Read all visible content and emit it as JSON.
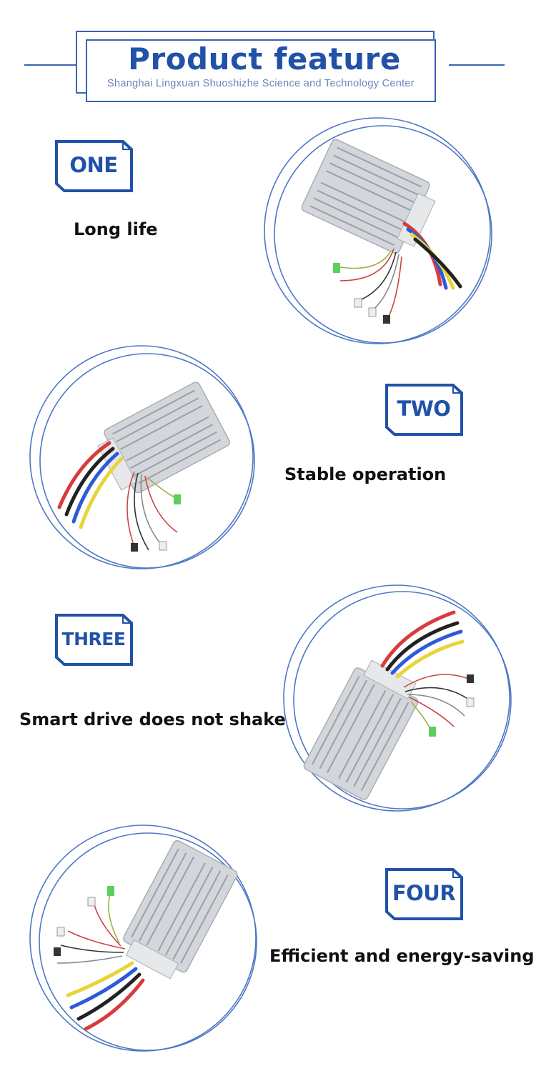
{
  "header": {
    "title": "Product feature",
    "subtitle": "Shanghai Lingxuan Shuoshizhe Science and Technology Center"
  },
  "features": [
    {
      "number": "ONE",
      "label": "Long life"
    },
    {
      "number": "TWO",
      "label": "Stable operation"
    },
    {
      "number": "THREE",
      "label": "Smart drive does not shake"
    },
    {
      "number": "FOUR",
      "label": "Efficient and energy-saving"
    }
  ],
  "colors": {
    "accent": "#2152a8",
    "frame": "#3a63b3",
    "text": "#111111"
  },
  "icons": [
    "motor-controller-product-image"
  ]
}
